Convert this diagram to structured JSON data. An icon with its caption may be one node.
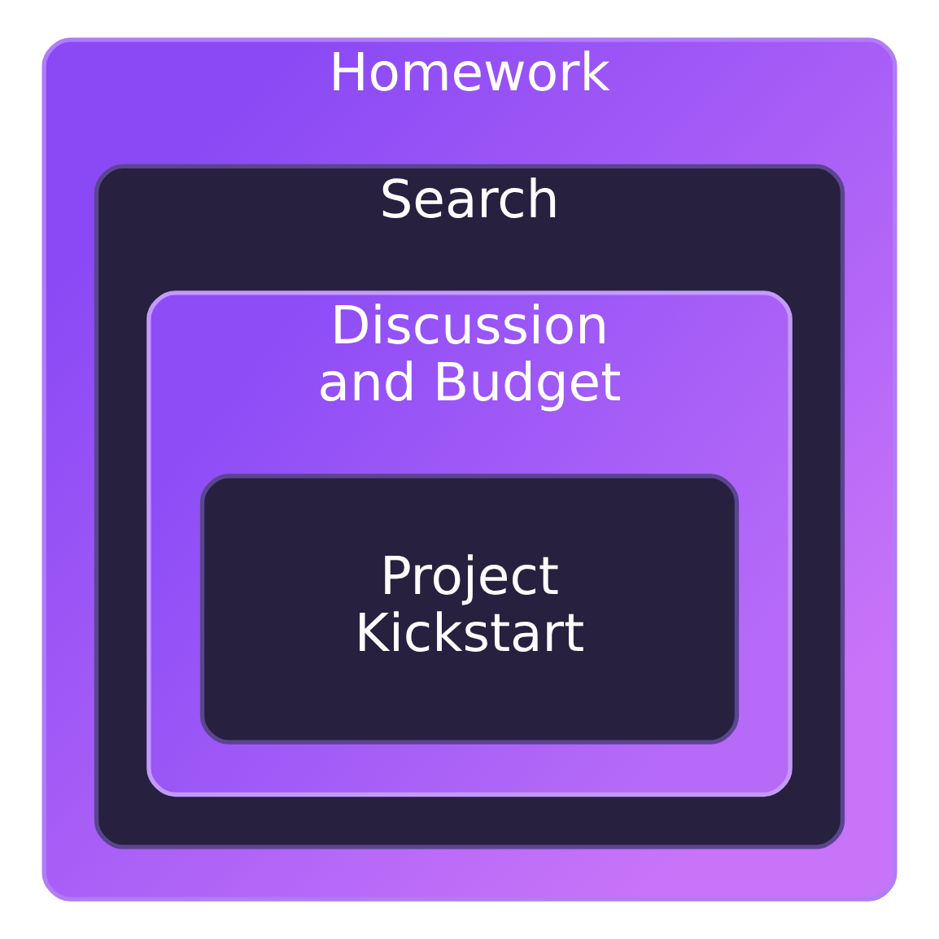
{
  "diagram": {
    "nodes": [
      {
        "text": [
          "Homework"
        ]
      },
      {
        "text": [
          "Search"
        ],
        "in": 0
      },
      {
        "text": [
          "Discussion and Budget"
        ],
        "in": 1
      },
      {
        "text": [
          "Project Kickstart"
        ],
        "in": 2
      }
    ]
  }
}
